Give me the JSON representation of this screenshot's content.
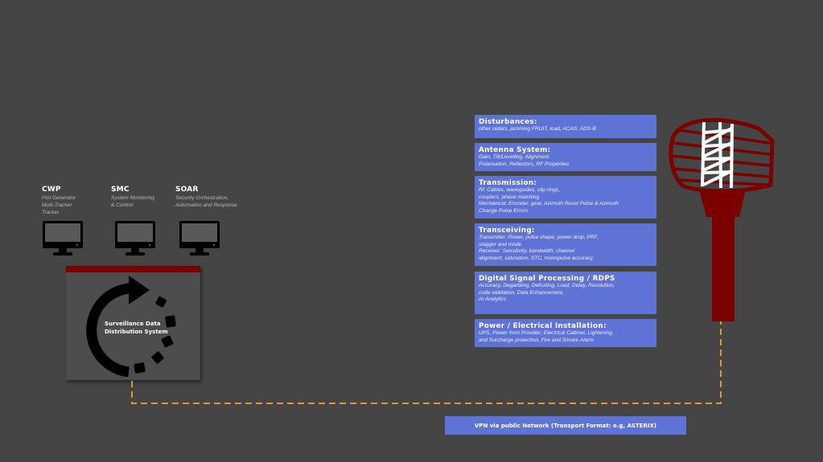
{
  "clients": [
    {
      "title": "CWP",
      "desc": "Plot Generator\nMulti-Tracker\nTracker"
    },
    {
      "title": "SMC",
      "desc": "System Monitoring\n& Control"
    },
    {
      "title": "SOAR",
      "desc": "Security Orchestration,\nAutomation and Response"
    }
  ],
  "sdds": {
    "label": "Surveillance Data\nDistribution System",
    "bar_color": "#7c0000"
  },
  "info_boxes": [
    {
      "title": "Disturbances:",
      "text": "other radars, jamming FRUIT, load, ACAS, ADS-B"
    },
    {
      "title": "Antenna System:",
      "text": "Gain, Tilt/Levelling, Alignment,\nPolarisation, Reflectors, RF Properties"
    },
    {
      "title": "Transmission:",
      "text": "Rf: Cables, waveguides, slip-rings,\ncouplers, phase matching\nMechanical: Encoder, gear, Azimuth Reset Pulse & Azimuth\nChange Pulse Errors"
    },
    {
      "title": "Transceiving:",
      "text": "Transmitter: Power, pulse shape, power drop, PRF,\nstagger and mode\nReceiver: Sensitivity, bandwidth, channel\nalignment, saturation, STC, monopulse accuracy"
    },
    {
      "title": "Digital Signal Processing / RDPS",
      "text": "Accuracy, Degarbling, Defruiting, Load, Delay, Resolution,\ncode validation, Data Enhancement,\nAI Analytics"
    },
    {
      "title": "Power / Electrical Installation:",
      "text": "UPS, Power from Provider, Electrical Cabinet, Lightening\nand Surcharge protection, Fire and Smoke Alarm"
    }
  ],
  "vpn": {
    "label": "VPN via public Network (Transport Format: e.g, ASTERIX)"
  },
  "colors": {
    "background": "#454545",
    "box": "#5f72d6",
    "radar": "#7c0000",
    "link": "#e8962a"
  }
}
